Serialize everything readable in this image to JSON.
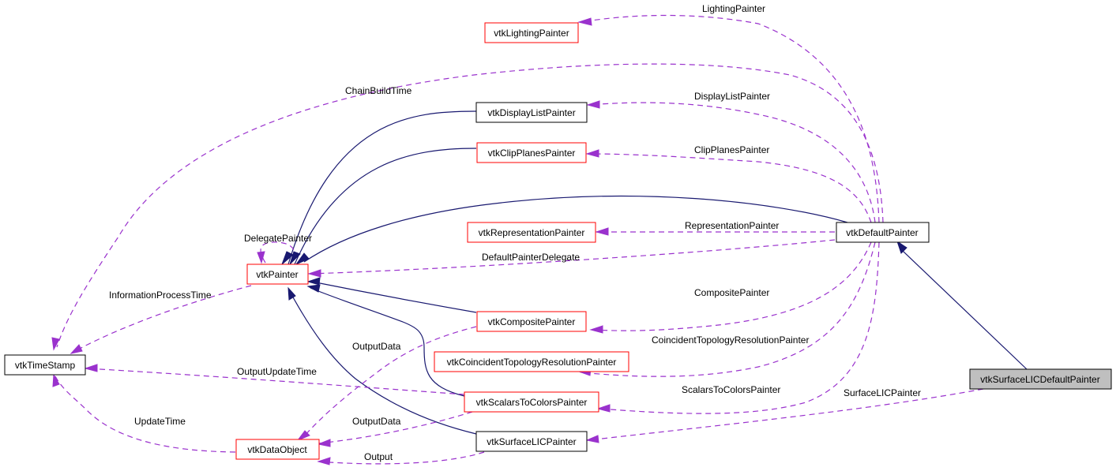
{
  "diagram": {
    "title": "vtkSurfaceLICDefaultPainter collaboration graph",
    "colors": {
      "inheritance_edge": "#191970",
      "usage_edge": "#9a32cd",
      "border_documented": "#000000",
      "border_undocumented": "#ff0000",
      "focus_fill": "#bfbfbf"
    },
    "nodes": [
      {
        "id": "lighting",
        "label": "vtkLightingPainter",
        "border": "red"
      },
      {
        "id": "displaylist",
        "label": "vtkDisplayListPainter",
        "border": "black"
      },
      {
        "id": "clipplanes",
        "label": "vtkClipPlanesPainter",
        "border": "red"
      },
      {
        "id": "representation",
        "label": "vtkRepresentationPainter",
        "border": "red"
      },
      {
        "id": "default",
        "label": "vtkDefaultPainter",
        "border": "black"
      },
      {
        "id": "painter",
        "label": "vtkPainter",
        "border": "red"
      },
      {
        "id": "composite",
        "label": "vtkCompositePainter",
        "border": "red"
      },
      {
        "id": "coincident",
        "label": "vtkCoincidentTopologyResolutionPainter",
        "border": "red"
      },
      {
        "id": "timestamp",
        "label": "vtkTimeStamp",
        "border": "black"
      },
      {
        "id": "scalars",
        "label": "vtkScalarsToColorsPainter",
        "border": "red"
      },
      {
        "id": "surfacelicdefault",
        "label": "vtkSurfaceLICDefaultPainter",
        "border": "black",
        "focus": true
      },
      {
        "id": "dataobject",
        "label": "vtkDataObject",
        "border": "red"
      },
      {
        "id": "surfacelic",
        "label": "vtkSurfaceLICPainter",
        "border": "black"
      }
    ],
    "edge_labels": {
      "lighting": "LightingPainter",
      "chainbuild": "ChainBuildTime",
      "displaylist": "DisplayListPainter",
      "clipplanes": "ClipPlanesPainter",
      "representation": "RepresentationPainter",
      "delegate": "DelegatePainter",
      "defaultdelegate": "DefaultPainterDelegate",
      "infoprocess": "InformationProcessTime",
      "composite": "CompositePainter",
      "outputdata1": "OutputData",
      "coincident": "CoincidentTopologyResolutionPainter",
      "outputupdate": "OutputUpdateTime",
      "scalars": "ScalarsToColorsPainter",
      "surfacelic": "SurfaceLICPainter",
      "updatetime": "UpdateTime",
      "outputdata2": "OutputData",
      "output": "Output"
    }
  }
}
